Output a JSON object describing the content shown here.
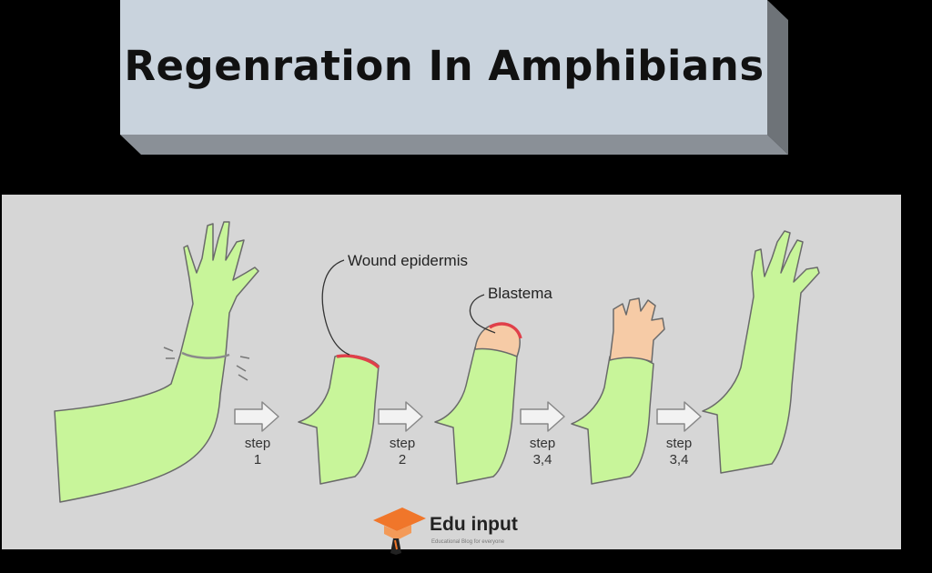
{
  "title": "Regenration In Amphibians",
  "labels": {
    "wound": "Wound epidermis",
    "blastema": "Blastema"
  },
  "steps": [
    {
      "word": "step",
      "num": "1"
    },
    {
      "word": "step",
      "num": "2"
    },
    {
      "word": "step",
      "num": "3,4"
    },
    {
      "word": "step",
      "num": "3,4"
    }
  ],
  "brand": {
    "name": "Edu input",
    "tagline": "Educational Blog for everyone"
  },
  "colors": {
    "limb": "#c8f59a",
    "limb_outline": "#6a6a6a",
    "blastema": "#f6cba6",
    "wound": "#e0404a",
    "panel": "#d6d6d6",
    "title_box": "#c9d3dd"
  }
}
